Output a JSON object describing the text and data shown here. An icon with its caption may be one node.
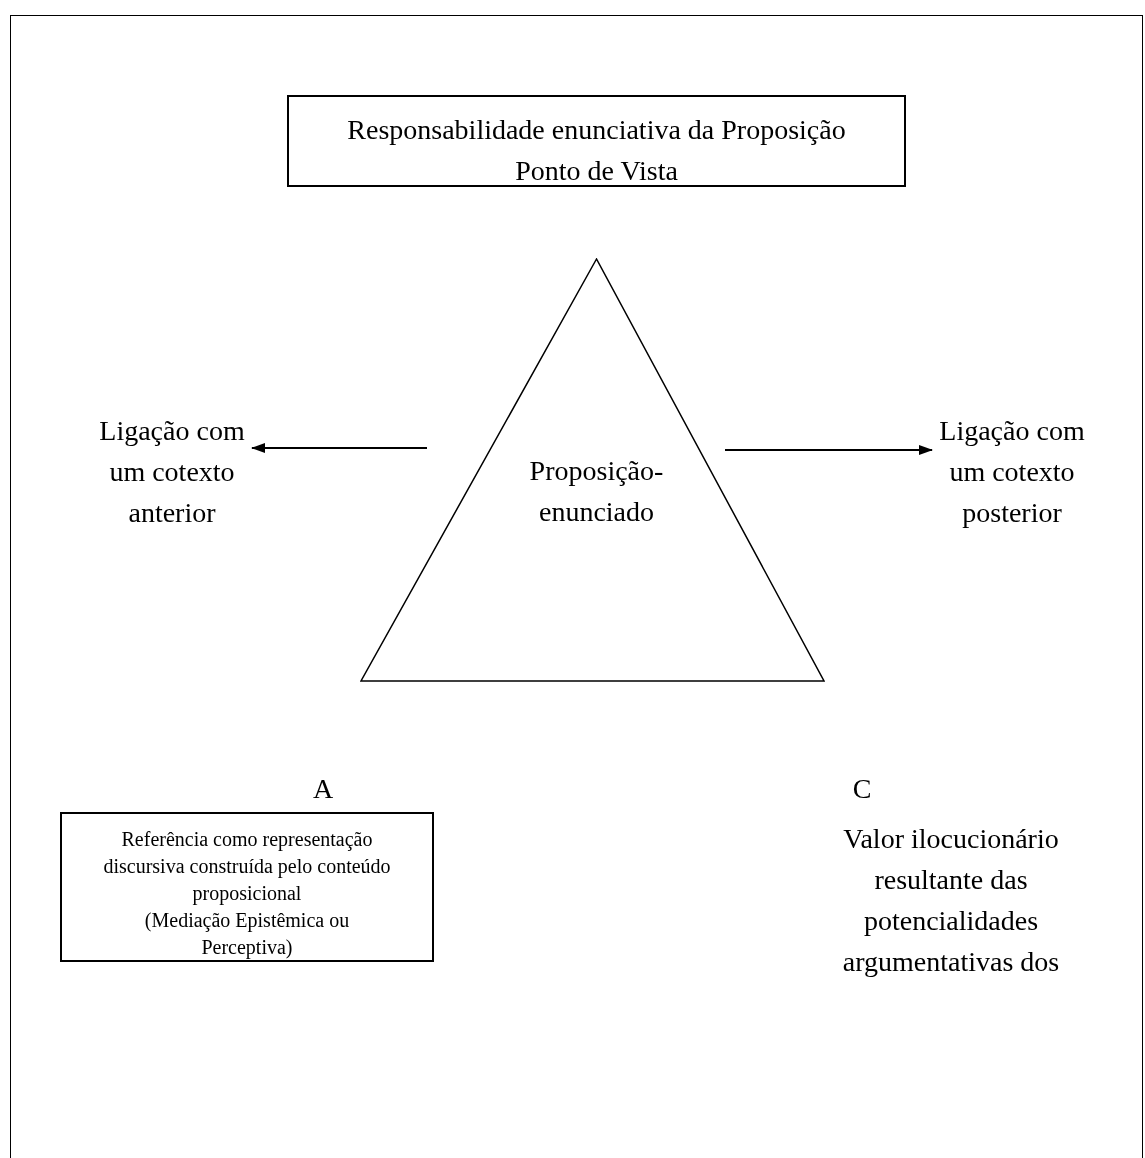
{
  "diagram": {
    "nodes": [
      {
        "text": [
          "Responsabilidade enunciativa da Proposição",
          "Ponto de Vista"
        ]
      },
      {
        "text": [
          "Proposição-enunciado"
        ]
      },
      {
        "text": [
          "Ligação com um cotexto anterior"
        ]
      },
      {
        "text": [
          "Ligação com um cotexto posterior"
        ]
      },
      {
        "text": [
          "Referência como representação discursiva construída pelo conteúdo proposicional",
          "(Mediação Epistêmica ou Perceptiva)"
        ]
      }
    ],
    "edges": [
      {
        "from": null,
        "to": 2,
        "arrow": "to"
      },
      {
        "from": null,
        "to": 3,
        "arrow": "to"
      }
    ],
    "labels": [
      "A",
      "C",
      "Valor ilocucionário resultante das potencialidades argumentativas dos"
    ]
  }
}
